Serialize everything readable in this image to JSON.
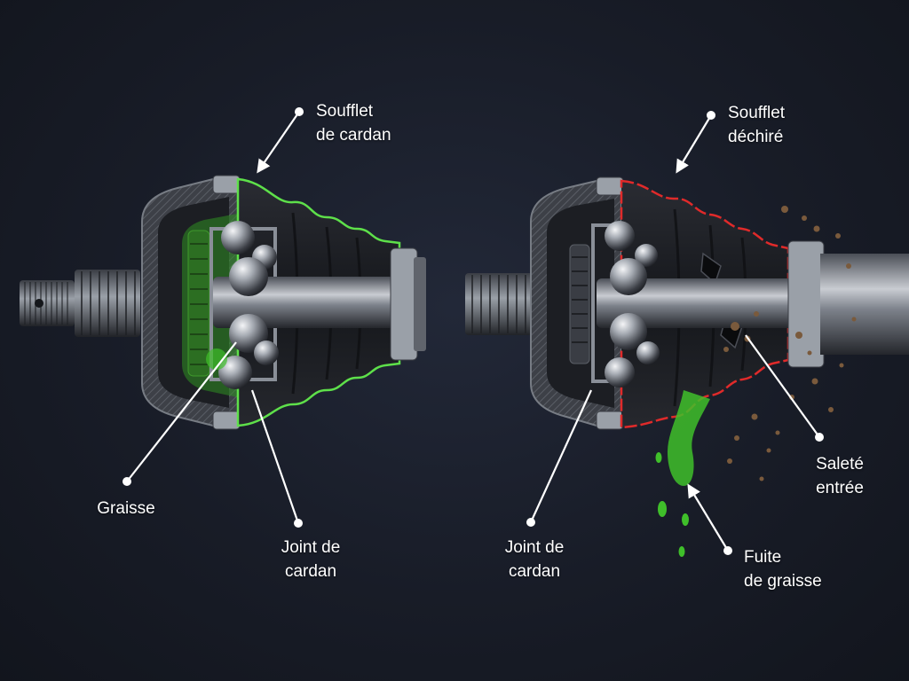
{
  "labels": {
    "healthy_boot": {
      "line1": "Soufflet",
      "line2": "de cardan"
    },
    "healthy_grease": {
      "line1": "Graisse"
    },
    "healthy_joint": {
      "line1": "Joint de",
      "line2": "cardan"
    },
    "torn_boot": {
      "line1": "Soufflet",
      "line2": "déchiré"
    },
    "torn_joint": {
      "line1": "Joint de",
      "line2": "cardan"
    },
    "dirt": {
      "line1": "Saleté",
      "line2": "entrée"
    },
    "leak": {
      "line1": "Fuite",
      "line2": "de graisse"
    }
  },
  "colors": {
    "background": "#181c27",
    "grease": "#3fbf2a",
    "grease_outline": "#5ee04a",
    "torn_outline": "#e02a2a",
    "metal_dark": "#2a2d33",
    "metal_light": "#8a8f98",
    "rubber": "#1e2026",
    "dirt": "#7a5a3c",
    "callout": "#ffffff"
  }
}
